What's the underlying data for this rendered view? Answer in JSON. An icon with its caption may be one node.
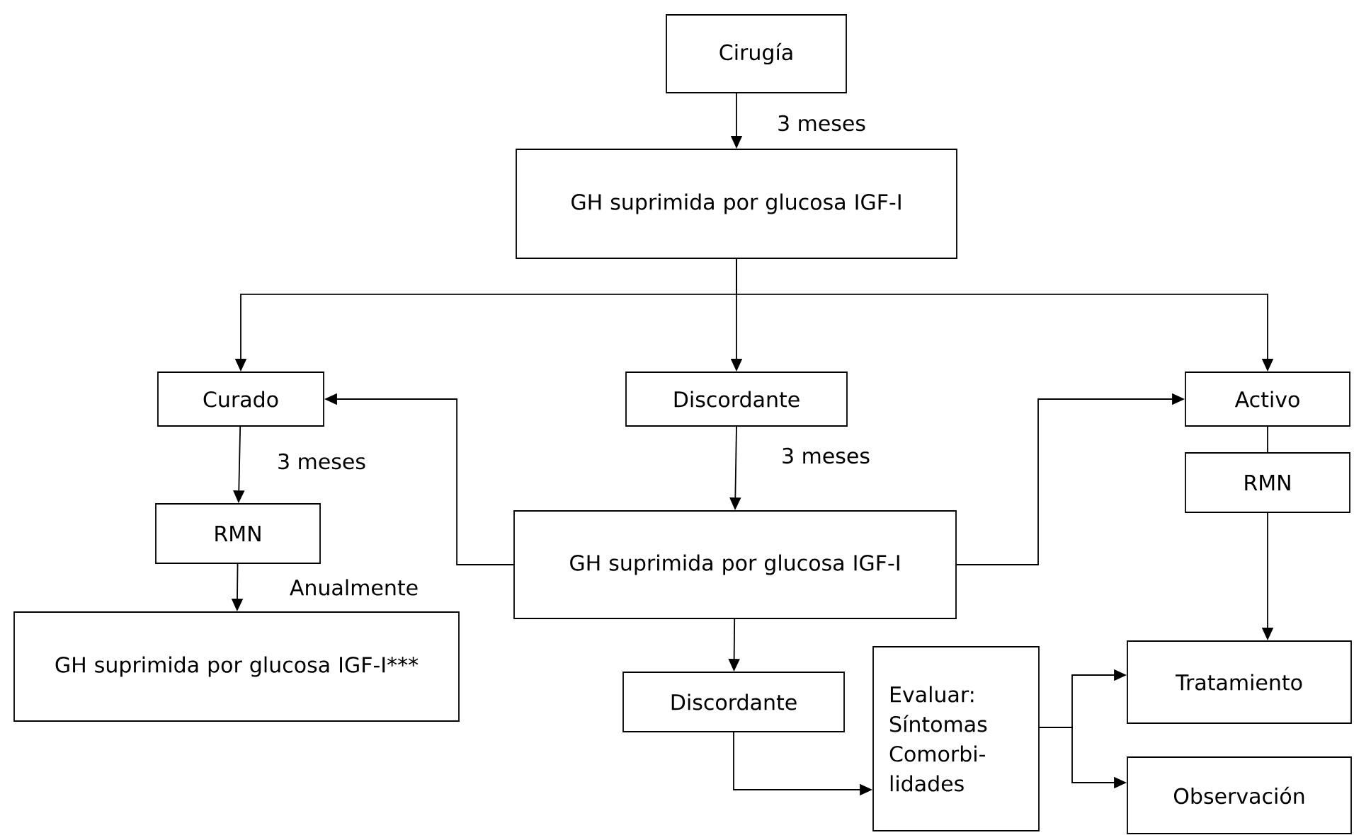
{
  "diagram": {
    "nodes": [
      {
        "text": [
          "Cirugía"
        ]
      },
      {
        "text": [
          "GH suprimida por glucosa IGF-I"
        ]
      },
      {
        "text": [
          "Curado"
        ]
      },
      {
        "text": [
          "Discordante"
        ]
      },
      {
        "text": [
          "Activo"
        ]
      },
      {
        "text": [
          "RMN"
        ]
      },
      {
        "text": [
          "RMN"
        ]
      },
      {
        "text": [
          "GH suprimida por glucosa IGF-I"
        ]
      },
      {
        "text": [
          "GH suprimida por glucosa IGF-I***"
        ]
      },
      {
        "text": [
          "Discordante"
        ]
      },
      {
        "text": [
          "Evaluar: Síntomas Comorbi-lidades"
        ]
      },
      {
        "text": [
          "Tratamiento"
        ]
      },
      {
        "text": [
          "Observación"
        ]
      }
    ],
    "edges": [
      {
        "from": 0,
        "to": 1,
        "arrow": "to",
        "label": "3 meses"
      },
      {
        "from": 1,
        "to": 2,
        "arrow": "to"
      },
      {
        "from": 1,
        "to": 3,
        "arrow": "to"
      },
      {
        "from": 1,
        "to": 4,
        "arrow": "to"
      },
      {
        "from": 2,
        "to": 5,
        "arrow": "to",
        "label": "3 meses"
      },
      {
        "from": 3,
        "to": 7,
        "arrow": "to",
        "label": "3 meses"
      },
      {
        "from": 5,
        "to": 8,
        "arrow": "to",
        "label": "Anualmente"
      },
      {
        "from": 7,
        "to": 2,
        "arrow": "to"
      },
      {
        "from": 7,
        "to": 4,
        "arrow": "to"
      },
      {
        "from": 4,
        "to": 6,
        "arrow": "none"
      },
      {
        "from": 6,
        "to": 11,
        "arrow": "to"
      },
      {
        "from": 7,
        "to": 9,
        "arrow": "to"
      },
      {
        "from": 9,
        "to": 10,
        "arrow": "to"
      },
      {
        "from": 10,
        "to": 11,
        "arrow": "to"
      },
      {
        "from": 10,
        "to": 12,
        "arrow": "to"
      }
    ]
  }
}
